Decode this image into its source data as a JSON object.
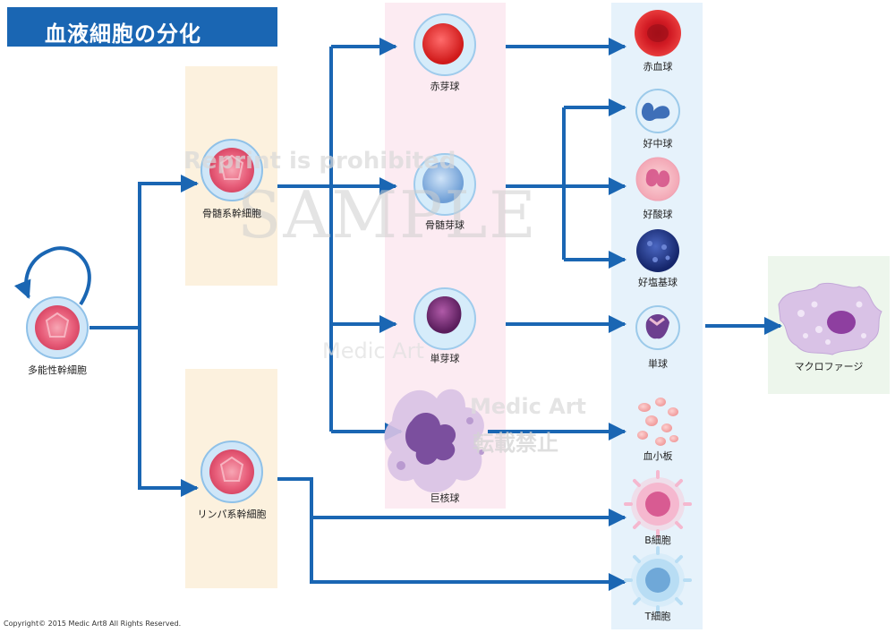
{
  "title": "血液細胞の分化",
  "copyright": "Copyright© 2015 Medic Art8 All Rights Reserved.",
  "watermarks": {
    "reprint": "Reprint is prohibited",
    "sample": "SAMPLE",
    "medic_art": "Medic Art",
    "medic_art_2": "Medic Art",
    "no_reprint": "転載禁止"
  },
  "cells": {
    "pluripotent": "多能性幹細胞",
    "myeloid_stem": "骨髄系幹細胞",
    "lymphoid_stem": "リンパ系幹細胞",
    "erythroblast": "赤芽球",
    "myeloblast": "骨髄芽球",
    "monoblast": "単芽球",
    "megakaryocyte": "巨核球",
    "rbc": "赤血球",
    "neutrophil": "好中球",
    "eosinophil": "好酸球",
    "basophil": "好塩基球",
    "monocyte": "単球",
    "platelet": "血小板",
    "b_cell": "B細胞",
    "t_cell": "T細胞",
    "macrophage": "マクロファージ"
  },
  "colors": {
    "title_bg": "#1a66b3",
    "arrow": "#1a66b3",
    "stem_panel": "#fcf1de",
    "blast_panel": "#fcebf2",
    "mature_panel": "#e6f2fb",
    "macro_panel": "#edf6ec"
  }
}
